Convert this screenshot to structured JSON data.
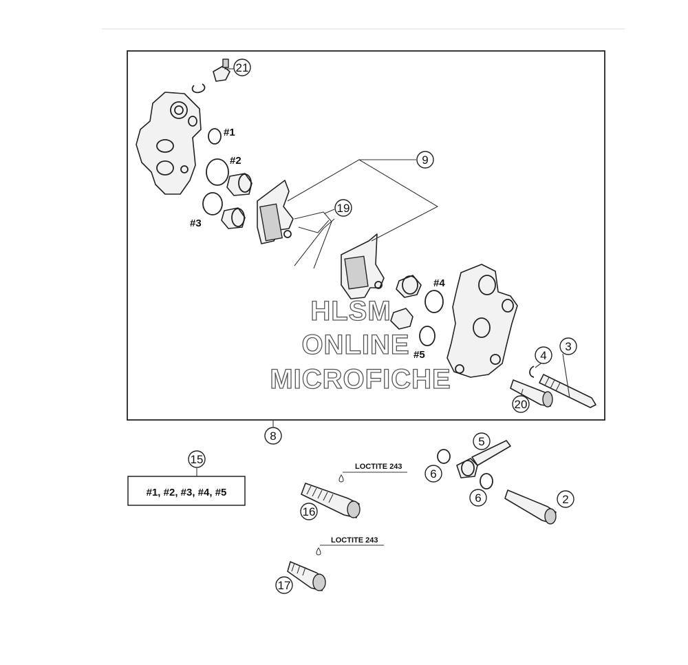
{
  "callouts": {
    "c21": "21",
    "c9": "9",
    "c19": "19",
    "c8": "8",
    "c4": "4",
    "c3": "3",
    "c20": "20",
    "c15": "15",
    "c5": "5",
    "c6a": "6",
    "c6b": "6",
    "c2": "2",
    "c16": "16",
    "c17": "17"
  },
  "seal_labels": {
    "h1": "#1",
    "h2": "#2",
    "h3": "#3",
    "h4": "#4",
    "h5": "#5"
  },
  "kit_box_text": "#1, #2, #3, #4, #5",
  "loctite_labels": {
    "top": "LOCTITE 243",
    "bottom": "LOCTITE 243"
  },
  "watermark": {
    "line1": "HLSM",
    "line2": "ONLINE",
    "line3": "MICROFICHE"
  },
  "colors": {
    "ink": "#222222",
    "part_fill": "#f2f2f2",
    "rule": "#dddddd"
  }
}
